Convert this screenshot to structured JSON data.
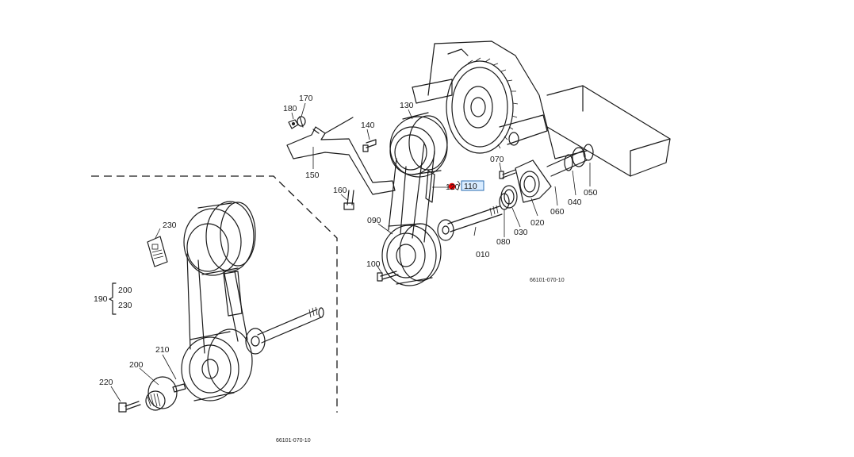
{
  "accent": "#e00000",
  "highlight_bg": "#d9ecff",
  "labels": {
    "p010": "010",
    "p020": "020",
    "p030": "030",
    "p040": "040",
    "p050": "050",
    "p060": "060",
    "p070": "070",
    "p080": "080",
    "p090": "090",
    "p100": "100",
    "p110": "110",
    "p120": "120",
    "p130": "130",
    "p140": "140",
    "p150": "150",
    "p160": "160",
    "p170": "170",
    "p180": "180",
    "p190": "190",
    "p200": "200",
    "p200b": "200",
    "p210": "210",
    "p220": "220",
    "p230": "230",
    "p230b": "230"
  },
  "codes": {
    "upper": "66101-070-10",
    "lower": "66101-070-10"
  }
}
